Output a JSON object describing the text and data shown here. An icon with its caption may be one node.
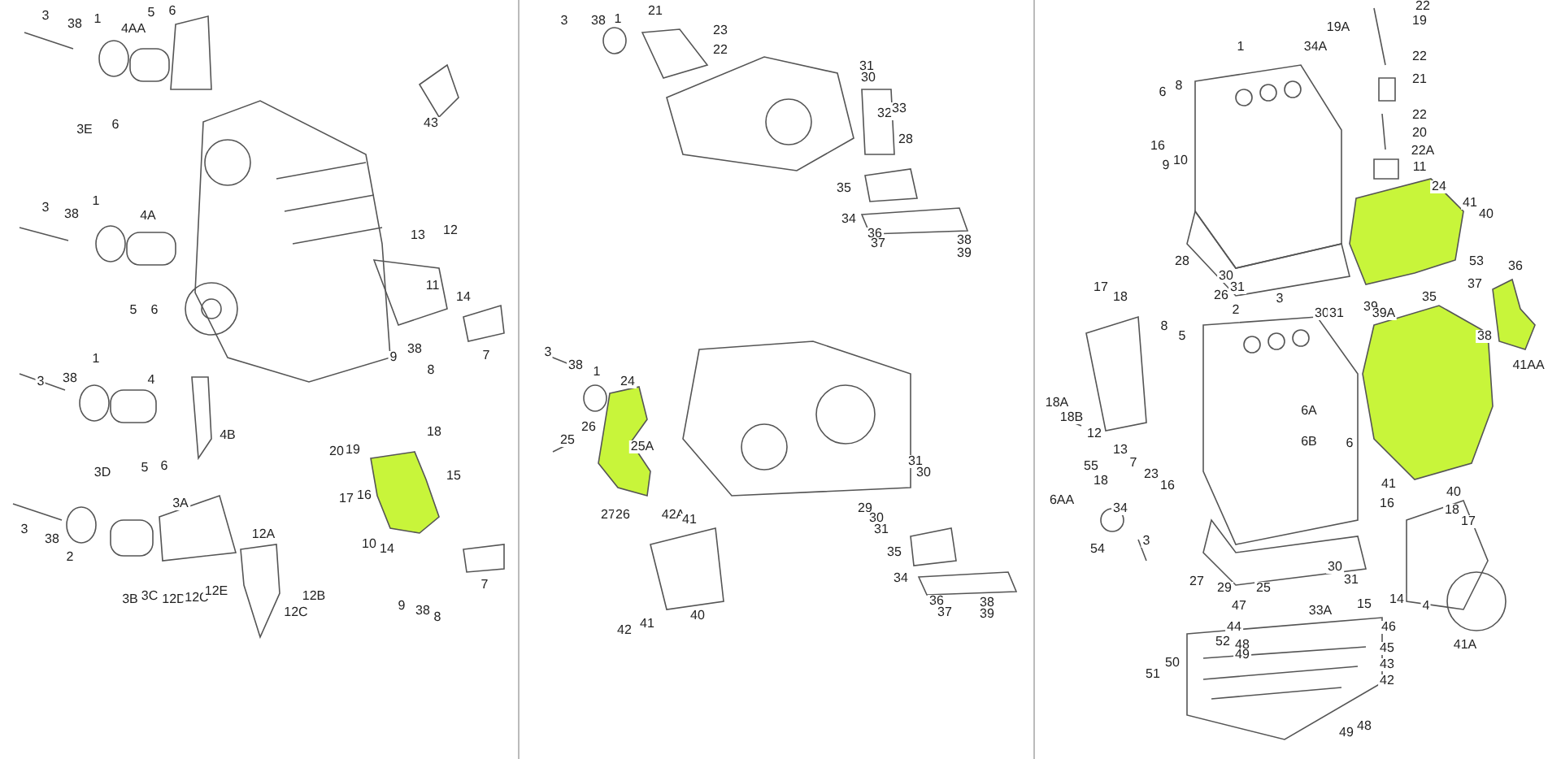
{
  "diagram": {
    "labels": [
      "3",
      "38",
      "1",
      "4AA",
      "5",
      "6",
      "3E",
      "6",
      "43",
      "3",
      "38",
      "1",
      "4A",
      "13",
      "12",
      "11",
      "14",
      "5",
      "6",
      "9",
      "38",
      "8",
      "7",
      "3",
      "38",
      "1",
      "4",
      "4B",
      "5",
      "6",
      "20",
      "19",
      "18",
      "15",
      "3D",
      "17",
      "16",
      "3A",
      "3",
      "38",
      "2",
      "12A",
      "10",
      "14",
      "7",
      "3B",
      "3C",
      "12D",
      "12C",
      "12E",
      "12B",
      "12C",
      "9",
      "38",
      "8",
      "3",
      "38",
      "1",
      "21",
      "23",
      "22",
      "31",
      "30",
      "32",
      "33",
      "28",
      "35",
      "34",
      "36",
      "37",
      "38",
      "39",
      "3",
      "38",
      "1",
      "24",
      "26",
      "25",
      "25A",
      "27",
      "26",
      "42A",
      "41",
      "31",
      "30",
      "29",
      "30",
      "31",
      "35",
      "34",
      "36",
      "38",
      "40",
      "37",
      "39",
      "42",
      "41",
      "22",
      "19",
      "19A",
      "34A",
      "22",
      "1",
      "21",
      "6",
      "8",
      "22",
      "20",
      "16",
      "22A",
      "9",
      "10",
      "11",
      "24",
      "41",
      "40",
      "28",
      "53",
      "30",
      "31",
      "26",
      "3",
      "30",
      "31",
      "17",
      "18",
      "2",
      "8",
      "5",
      "39",
      "39A",
      "35",
      "37",
      "36",
      "38",
      "41AA",
      "18A",
      "18B",
      "12",
      "13",
      "7",
      "23",
      "16",
      "6A",
      "6B",
      "6",
      "55",
      "18",
      "6AA",
      "34",
      "54",
      "41",
      "40",
      "16",
      "18",
      "17",
      "3",
      "30",
      "27",
      "29",
      "25",
      "31",
      "47",
      "33A",
      "15",
      "14",
      "4",
      "44",
      "46",
      "52",
      "48",
      "45",
      "41A",
      "49",
      "50",
      "43",
      "51",
      "42",
      "49",
      "48"
    ]
  }
}
